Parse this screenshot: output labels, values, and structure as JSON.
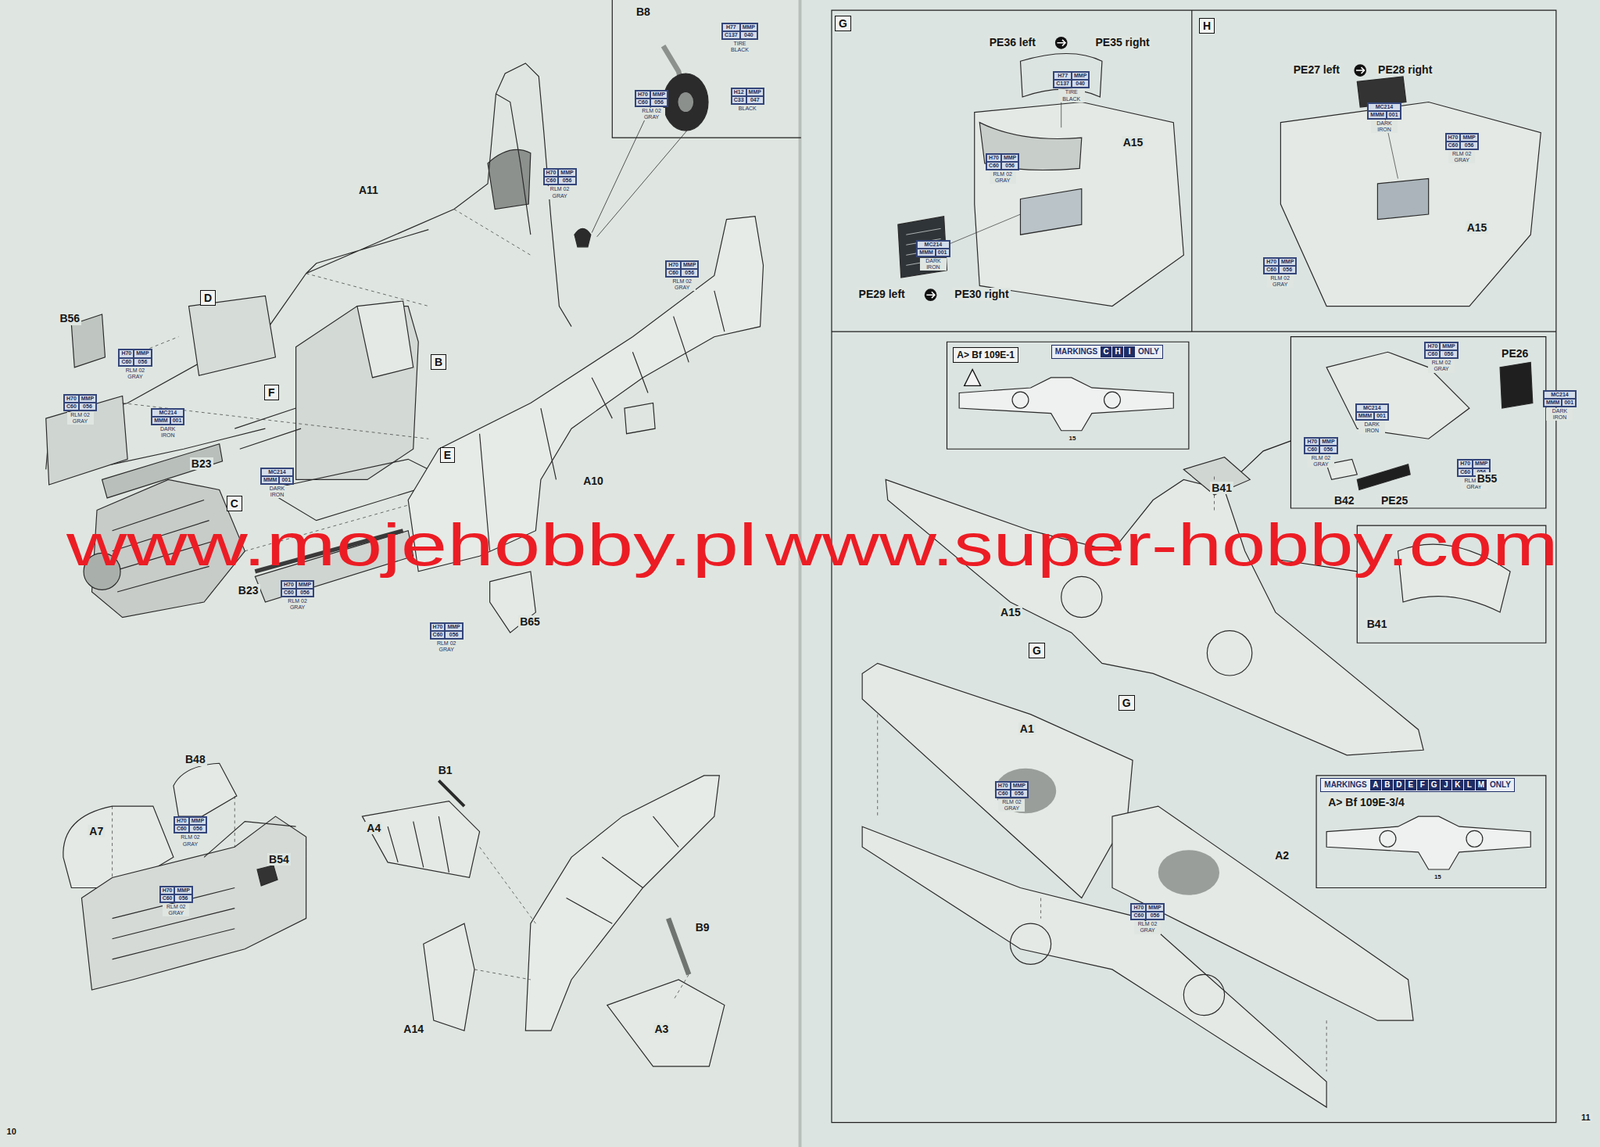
{
  "diagram": {
    "nodes": [
      {
        "text": [
          "H77",
          "MMP",
          "C137",
          "040",
          "TIRE BLACK"
        ]
      },
      {
        "text": [
          "H70",
          "MMP",
          "C60",
          "056",
          "RLM 02 GRAY"
        ]
      },
      {
        "text": [
          "H12",
          "MMP",
          "C33",
          "047",
          "BLACK"
        ]
      },
      {
        "text": [
          "H70",
          "MMP",
          "C60",
          "056",
          "RLM 02 GRAY"
        ]
      },
      {
        "text": [
          "H70",
          "MMP",
          "C60",
          "056",
          "RLM 02 GRAY"
        ]
      },
      {
        "text": [
          "D"
        ]
      },
      {
        "text": [
          "H70",
          "MMP",
          "C60",
          "056",
          "RLM 02 GRAY"
        ]
      },
      {
        "text": [
          "B"
        ]
      },
      {
        "text": [
          "F"
        ]
      },
      {
        "text": [
          "H70",
          "MMP",
          "C60",
          "056",
          "RLM 02 GRAY"
        ]
      },
      {
        "text": [
          "MC214",
          "MMM",
          "001",
          "DARK IRON"
        ]
      },
      {
        "text": [
          "E"
        ]
      },
      {
        "text": [
          "MC214",
          "MMM",
          "001",
          "DARK IRON"
        ]
      },
      {
        "text": [
          "C"
        ]
      },
      {
        "text": [
          "H70",
          "MMP",
          "C60",
          "056",
          "RLM 02 GRAY"
        ]
      },
      {
        "text": [
          "H70",
          "MMP",
          "C60",
          "056",
          "RLM 02 GRAY"
        ]
      },
      {
        "text": [
          "H70",
          "MMP",
          "C60",
          "056",
          "RLM 02 GRAY"
        ]
      },
      {
        "text": [
          "H70",
          "MMP",
          "C60",
          "056",
          "RLM 02 GRAY"
        ]
      },
      {
        "text": [
          "G"
        ]
      },
      {
        "text": [
          "H"
        ]
      },
      {
        "text": [
          "H77",
          "MMP",
          "C137",
          "040",
          "TIRE BLACK"
        ]
      },
      {
        "text": [
          "H70",
          "MMP",
          "C60",
          "056",
          "RLM 02 GRAY"
        ]
      },
      {
        "text": [
          "MC214",
          "MMM",
          "001",
          "DARK IRON"
        ]
      },
      {
        "text": [
          "MC214",
          "MMM",
          "001",
          "DARK IRON"
        ]
      },
      {
        "text": [
          "H70",
          "MMP",
          "C60",
          "056",
          "RLM 02 GRAY"
        ]
      },
      {
        "text": [
          "H70",
          "MMP",
          "C60",
          "056",
          "RLM 02 GRAY"
        ]
      },
      {
        "text": [
          "MARKINGS",
          "C",
          "H",
          "I",
          "ONLY"
        ]
      },
      {
        "text": [
          "H70",
          "MMP",
          "C60",
          "056",
          "RLM 02 GRAY"
        ]
      },
      {
        "text": [
          "MC214",
          "MMM",
          "001",
          "DARK IRON"
        ]
      },
      {
        "text": [
          "MC214",
          "MMM",
          "001",
          "DARK IRON"
        ]
      },
      {
        "text": [
          "H70",
          "MMP",
          "C60",
          "056",
          "RLM 02 GRAY"
        ]
      },
      {
        "text": [
          "H70",
          "MMP",
          "C60",
          "056",
          "RLM 02 GRAY"
        ]
      },
      {
        "text": [
          "G"
        ]
      },
      {
        "text": [
          "G"
        ]
      },
      {
        "text": [
          "MARKINGS",
          "A",
          "B",
          "D",
          "E",
          "F",
          "G",
          "J",
          "K",
          "L",
          "M",
          "ONLY"
        ]
      },
      {
        "text": [
          "H70",
          "MMP",
          "C60",
          "056",
          "RLM 02 GRAY"
        ]
      },
      {
        "text": [
          "H70",
          "MMP",
          "C60",
          "056",
          "RLM 02 GRAY"
        ]
      }
    ],
    "labels": [
      "B8",
      "A11",
      "B56",
      "B23",
      "A10",
      "www.mojehobby.pl",
      "www.super-hobby.com",
      "B23",
      "B65",
      "B48",
      "B1",
      "A4",
      "A7",
      "B54",
      "B9",
      "A14",
      "A3",
      "10",
      "PE36 left",
      "PE35 right",
      "A15",
      "PE29 left",
      "PE30 right",
      "PE27 left",
      "PE28 right",
      "A15",
      "A> Bf 109E-1",
      "15",
      "PE26",
      "B55",
      "B42",
      "PE25",
      "B41",
      "B41",
      "A15",
      "A1",
      "A> Bf 109E-3/4",
      "15",
      "A2",
      "11"
    ]
  }
}
